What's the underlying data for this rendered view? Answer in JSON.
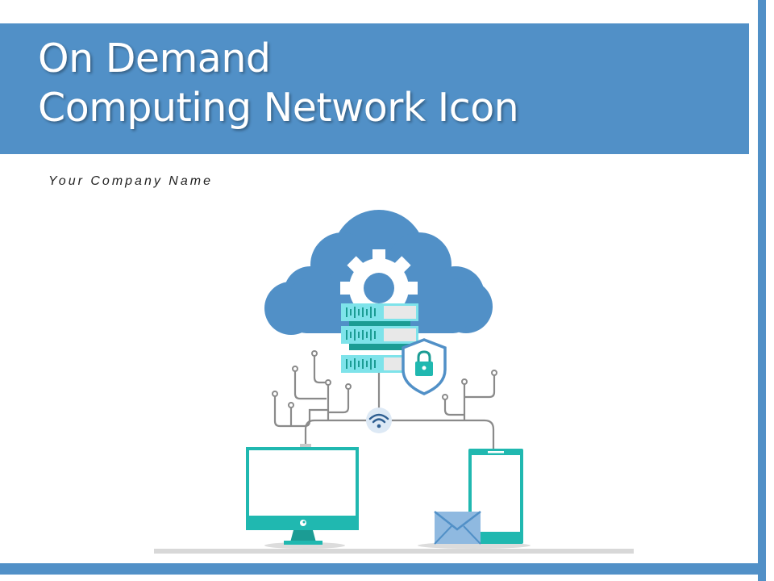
{
  "slide": {
    "title_line1": "On Demand",
    "title_line2": "Computing Network Icon",
    "subtitle": "Your Company Name"
  },
  "colors": {
    "accent_blue": "#5190c7",
    "teal": "#20b8b0",
    "cyan_server": "#7ee3ea",
    "line_gray": "#8a8a8a"
  },
  "icons": [
    "cloud-icon",
    "gear-icon",
    "server-stack-icon",
    "shield-lock-icon",
    "wifi-icon",
    "desktop-monitor-icon",
    "smartphone-icon",
    "envelope-icon"
  ]
}
